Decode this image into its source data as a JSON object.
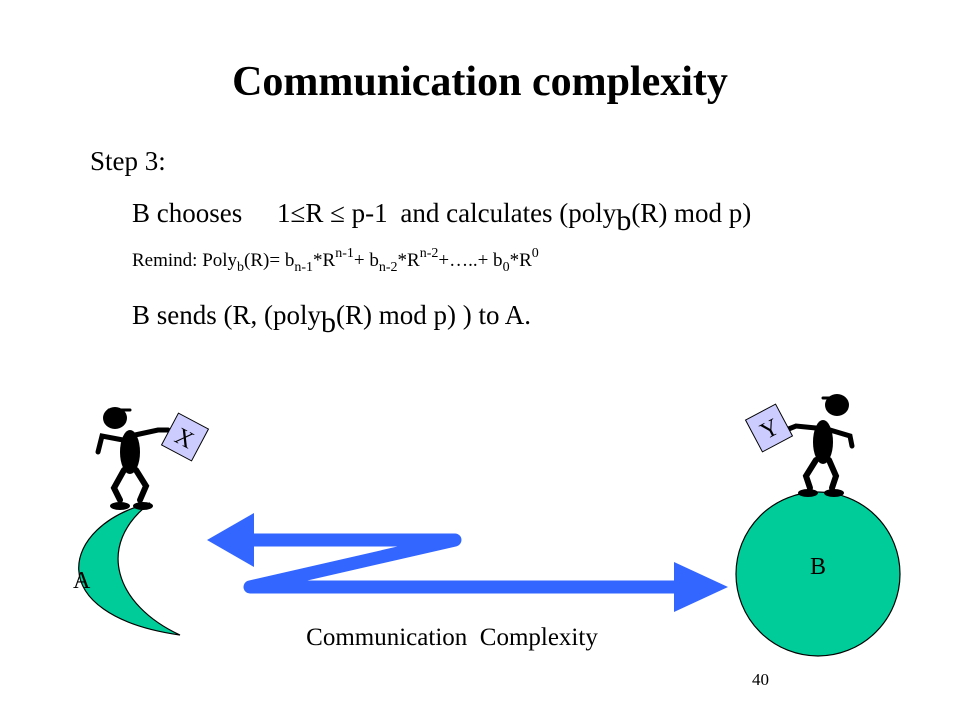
{
  "slide": {
    "title": "Communication complexity",
    "step": "Step 3:",
    "line1": {
      "prefix": "B chooses",
      "range": "1≤R ≤ p-1",
      "mid": "and calculates (poly",
      "sub": "b",
      "suffix": "(R) mod p)"
    },
    "remind": {
      "p1": "Remind: Poly",
      "s1": "b",
      "p2": "(R)= b",
      "s2": "n-1",
      "p3": "*R",
      "e3": "n-1",
      "p4": "+ b",
      "s4": "n-2",
      "p5": "*R",
      "e5": "n-2",
      "p6": "+…..+ b",
      "s6": "0",
      "p7": "*R",
      "e7": "0"
    },
    "line3": {
      "prefix": "B sends (R, (poly",
      "sub": "b",
      "suffix": "(R) mod p) ) to A."
    },
    "page_number": "40"
  },
  "diagram": {
    "party_a_label": "A",
    "party_b_label": "B",
    "card_a_label": "X",
    "card_b_label": "Y",
    "caption": "Communication  Complexity",
    "colors": {
      "planet": "#00cc99",
      "arrow": "#3366ff",
      "card": "#ccccff",
      "figure": "#000000"
    }
  }
}
